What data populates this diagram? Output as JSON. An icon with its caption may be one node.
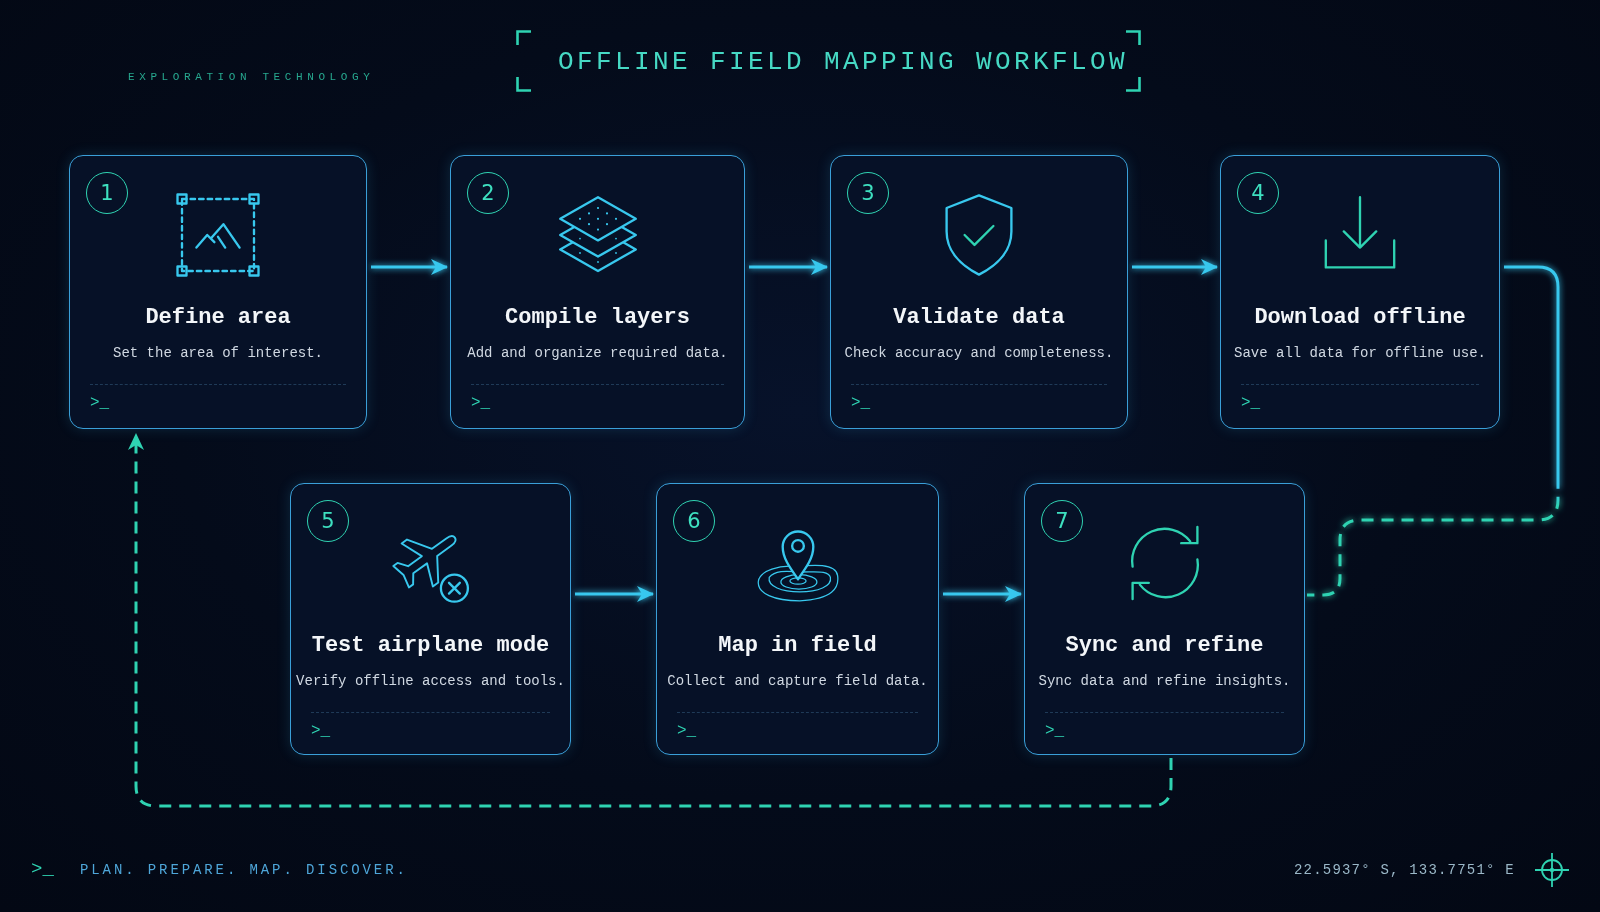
{
  "diagram": {
    "title": "OFFLINE FIELD MAPPING WORKFLOW",
    "nodes": [
      {
        "text": [
          "1",
          "Define area",
          "Set the area of interest.",
          ">_"
        ]
      },
      {
        "text": [
          "2",
          "Compile layers",
          "Add and organize required data.",
          ">_"
        ]
      },
      {
        "text": [
          "3",
          "Validate data",
          "Check accuracy and completeness.",
          ">_"
        ]
      },
      {
        "text": [
          "4",
          "Download offline",
          "Save all data for offline use.",
          ">_"
        ]
      },
      {
        "text": [
          "5",
          "Test airplane mode",
          "Verify offline access and tools.",
          ">_"
        ]
      },
      {
        "text": [
          "6",
          "Map in field",
          "Collect and capture field data.",
          ">_"
        ]
      },
      {
        "text": [
          "7",
          "Sync and refine",
          "Sync data and refine insights.",
          ">_"
        ]
      }
    ],
    "edges": [
      {
        "from": 0,
        "to": 1,
        "arrow": "to"
      },
      {
        "from": 1,
        "to": 2,
        "arrow": "to"
      },
      {
        "from": 2,
        "to": 3,
        "arrow": "to"
      },
      {
        "from": 3,
        "to": 6,
        "arrow": "none",
        "style": "dashed",
        "color": "#2fd3b2"
      },
      {
        "from": 4,
        "to": 5,
        "arrow": "to"
      },
      {
        "from": 5,
        "to": 6,
        "arrow": "to"
      },
      {
        "from": 6,
        "to": 0,
        "arrow": "to",
        "style": "dashed",
        "color": "#2fd3b2"
      }
    ],
    "labels": [
      "EXPLORATION TECHNOLOGY",
      ">_",
      "PLAN. PREPARE. MAP. DISCOVER.",
      "22.5937° S, 133.7751° E"
    ]
  }
}
